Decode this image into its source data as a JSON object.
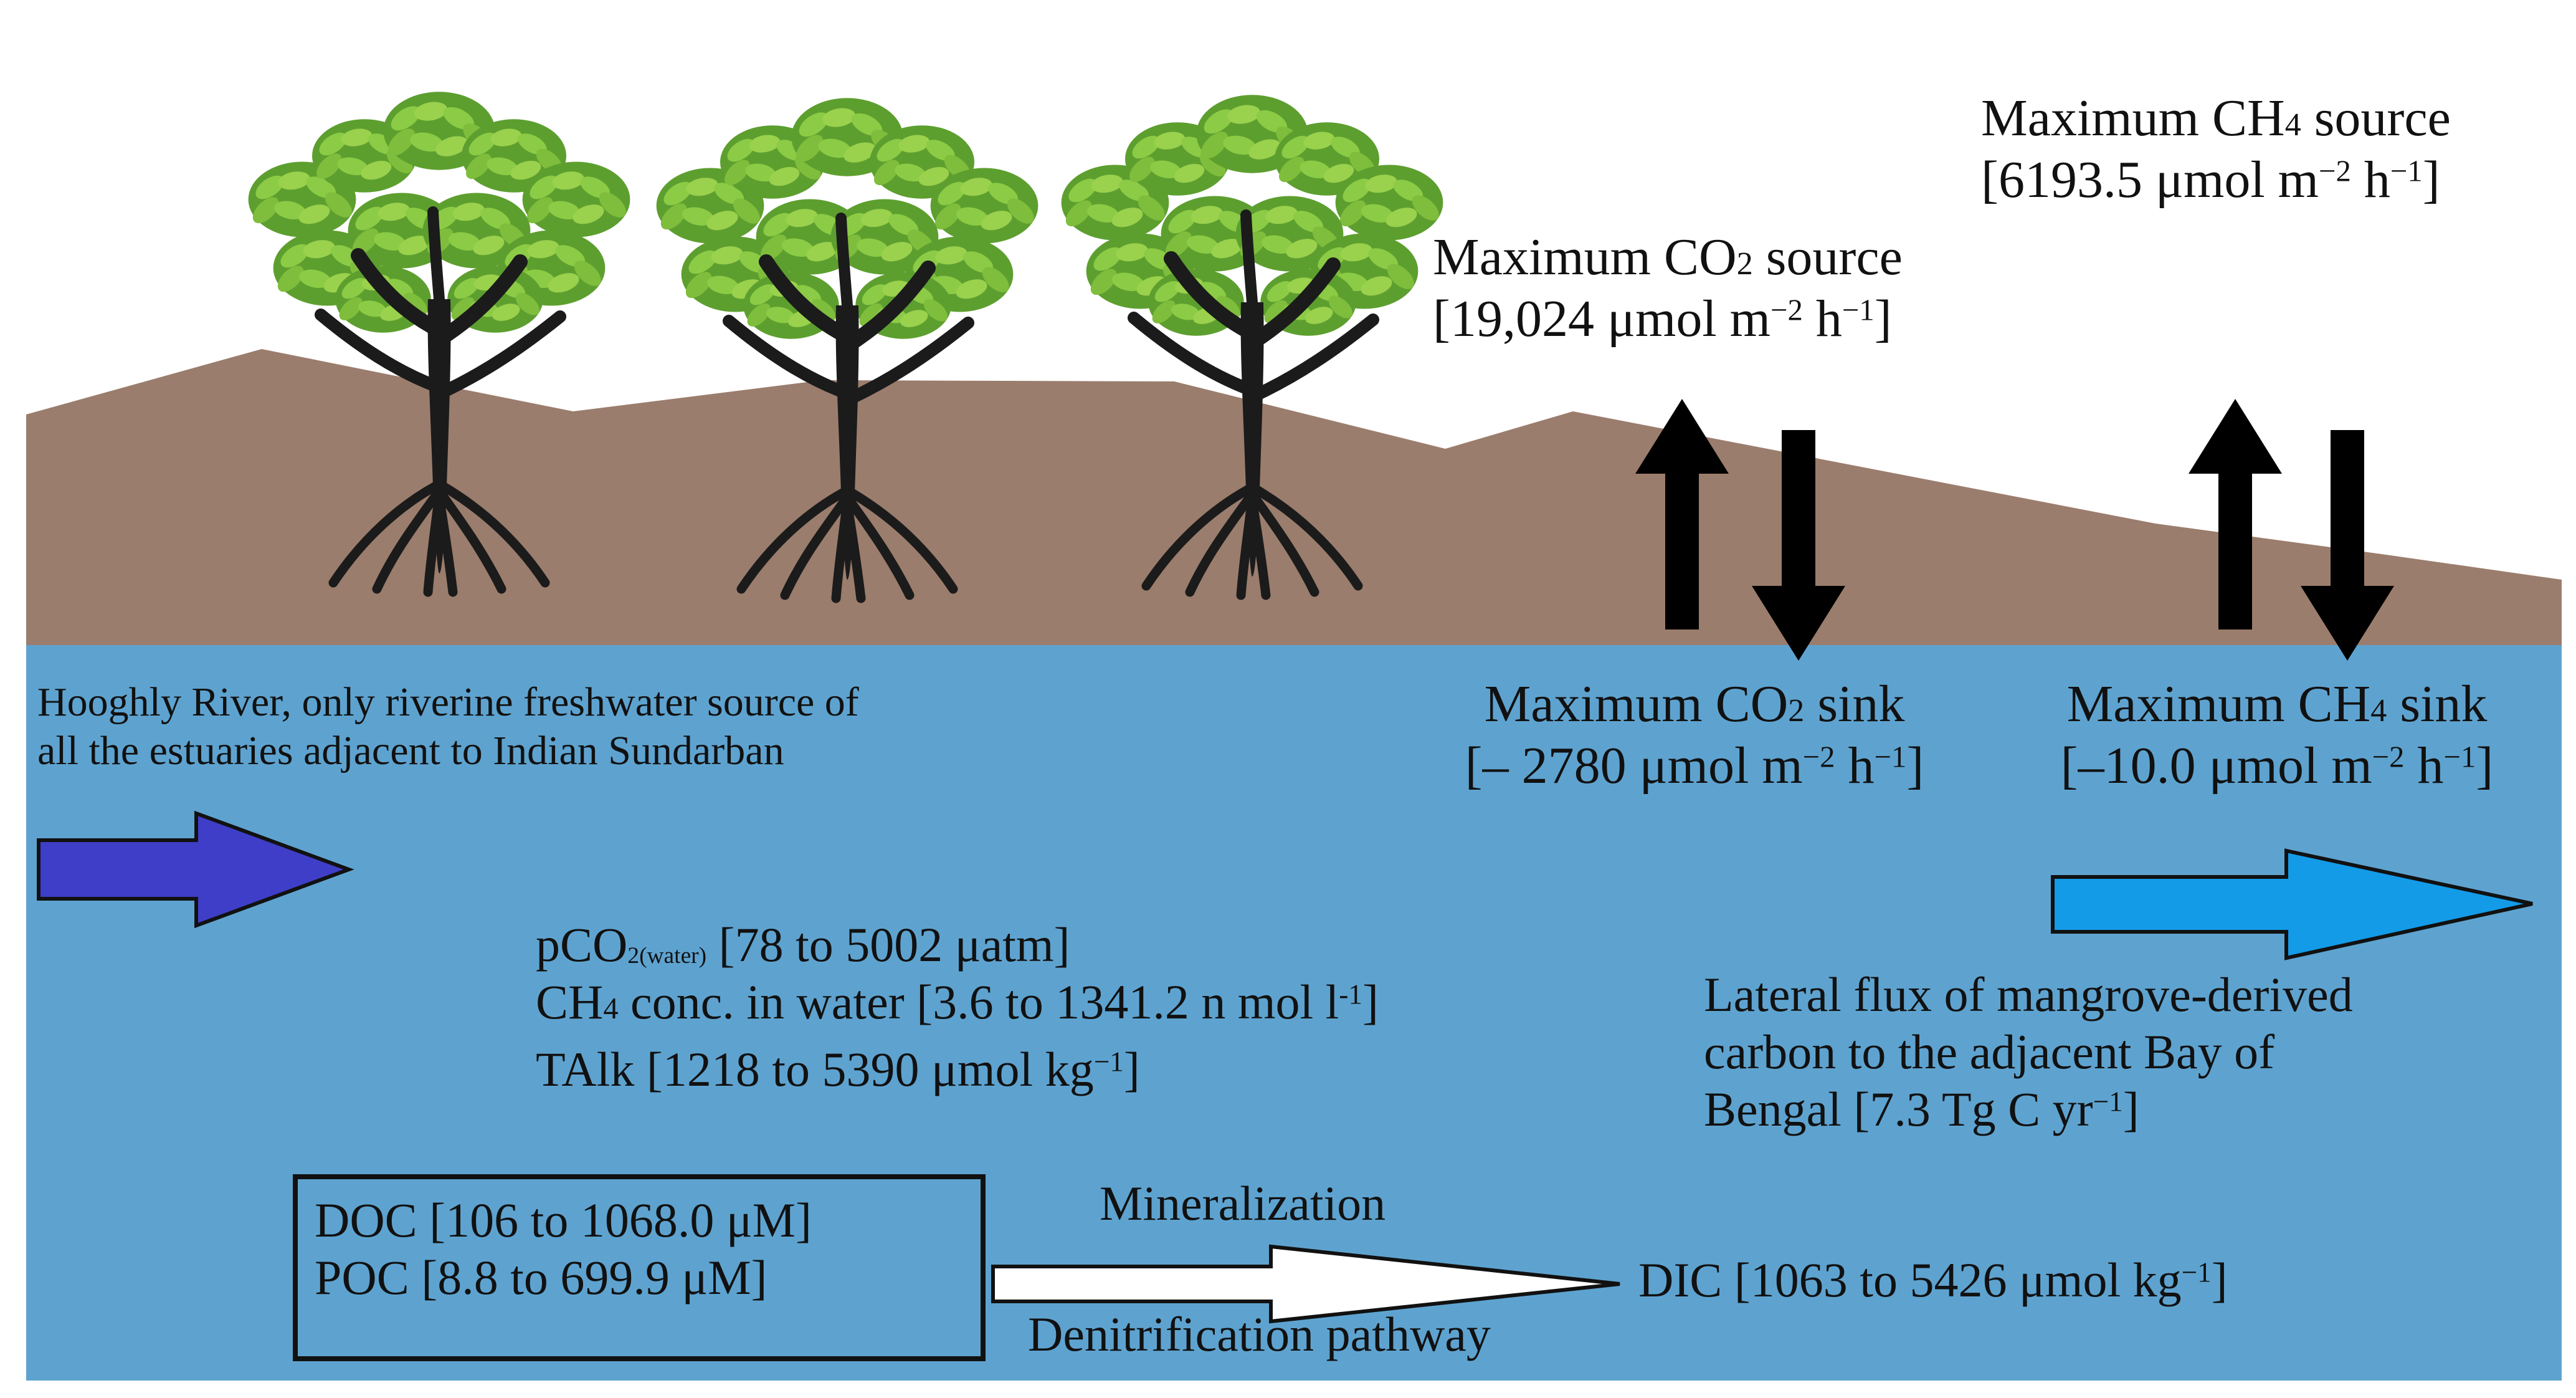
{
  "colors": {
    "sky": "#ffffff",
    "soil": "#9b7d6d",
    "water": "#5ea3d0",
    "tree_dark": "#5d9f2f",
    "tree_light": "#8ccb45",
    "trunk": "#1b1b1b",
    "river_arrow": "#3f3ec8",
    "lateral_arrow": "#139be8",
    "flux_arrow": "#000000",
    "pathway_arrow": "#ffffff"
  },
  "icons": {
    "tree": "mangrove-tree-icon",
    "up_arrow": "up-arrow-icon",
    "down_arrow": "down-arrow-icon",
    "right_arrow": "right-arrow-icon"
  },
  "labels": {
    "co2_source_title": "Maximum CO",
    "co2_source_sub": "2",
    "co2_source_tail": " source",
    "co2_source_value_prefix": "[19,024 μmol m",
    "co2_source_value_sup1": "−2",
    "co2_source_value_mid": " h",
    "co2_source_value_sup2": "−1",
    "co2_source_value_suffix": "]",
    "ch4_source_title": "Maximum CH",
    "ch4_source_sub": "4",
    "ch4_source_tail": " source",
    "ch4_source_value_prefix": "[6193.5 μmol m",
    "ch4_source_value_sup1": "−2",
    "ch4_source_value_mid": " h",
    "ch4_source_value_sup2": "−1",
    "ch4_source_value_suffix": "]",
    "co2_sink_title": "Maximum CO",
    "co2_sink_sub": "2",
    "co2_sink_tail": " sink",
    "co2_sink_value_prefix": "[– 2780 μmol m",
    "co2_sink_value_sup1": "−2",
    "co2_sink_value_mid": " h",
    "co2_sink_value_sup2": "−1",
    "co2_sink_value_suffix": "]",
    "ch4_sink_title": "Maximum CH",
    "ch4_sink_sub": "4",
    "ch4_sink_tail": " sink",
    "ch4_sink_value_prefix": "[–10.0 μmol m",
    "ch4_sink_value_sup1": "−2",
    "ch4_sink_value_mid": " h",
    "ch4_sink_value_sup2": "−1",
    "ch4_sink_value_suffix": "]",
    "hooghly_line1": "Hooghly River, only riverine freshwater source of",
    "hooghly_line2": "all the estuaries adjacent to Indian Sundarban",
    "pco2_prefix": "pCO",
    "pco2_sub": "2(water)",
    "pco2_suffix": " [78 to 5002 μatm]",
    "ch4_conc_prefix": "CH",
    "ch4_conc_sub": "4",
    "ch4_conc_mid": " conc. in water [3.6 to 1341.2 n mol l",
    "ch4_conc_sup": "-1",
    "ch4_conc_suffix": "]",
    "talk_prefix": "TAlk [1218 to 5390 μmol kg",
    "talk_sup": "−1",
    "talk_suffix": "]",
    "lateral_line1": "Lateral flux of mangrove-derived",
    "lateral_line2": "carbon to the adjacent Bay of",
    "lateral_line3_prefix": "Bengal [7.3 Tg C yr",
    "lateral_line3_sup": "−1",
    "lateral_line3_suffix": "]",
    "doc": "DOC [106 to 1068.0 μM]",
    "poc": "POC [8.8 to 699.9 μM]",
    "mineralization": "Mineralization",
    "denitrification": "Denitrification pathway",
    "dic_prefix": "DIC [1063 to 5426 μmol kg",
    "dic_sup": "−1",
    "dic_suffix": "]"
  }
}
